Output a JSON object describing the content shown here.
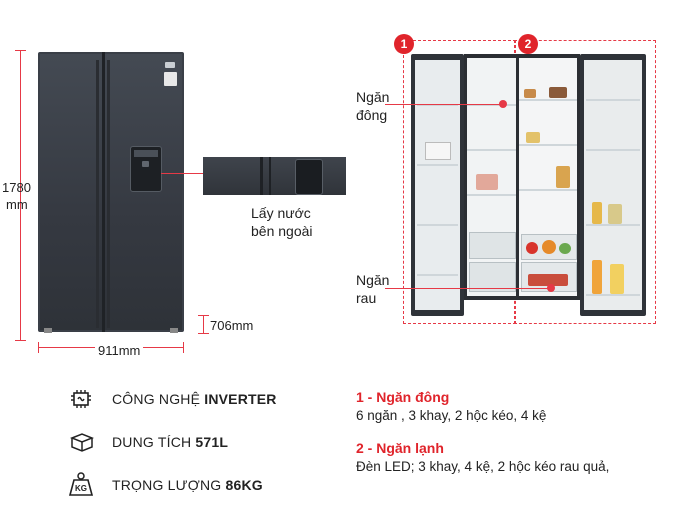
{
  "dimensions": {
    "height_value": "1780",
    "height_unit": "mm",
    "width": "911mm",
    "depth": "706mm"
  },
  "callout": {
    "line1": "Lấy nước",
    "line2": "bên ngoài"
  },
  "interior": {
    "badge1": "1",
    "badge2": "2",
    "freezer_line1": "Ngăn",
    "freezer_line2": "đông",
    "veg_line1": "Ngăn",
    "veg_line2": "rau"
  },
  "specs": [
    {
      "icon": "chip-inverter-icon",
      "label": "CÔNG NGHỆ ",
      "value": "INVERTER"
    },
    {
      "icon": "box-capacity-icon",
      "label": "DUNG TÍCH ",
      "value": "571L"
    },
    {
      "icon": "weight-kg-icon",
      "label": "TRỌNG LƯỢNG ",
      "value": "86KG",
      "icon_text": "KG"
    }
  ],
  "legend": [
    {
      "title": "1 - Ngăn đông",
      "desc": "6 ngăn , 3 khay, 2 hộc kéo, 4 kệ"
    },
    {
      "title": "2 - Ngăn lạnh",
      "desc": "Đèn LED; 3 khay, 4 kệ, 2 hộc kéo rau quả,"
    }
  ],
  "colors": {
    "accent_red": "#e0242b",
    "fridge_dark": "#3a3f47"
  }
}
